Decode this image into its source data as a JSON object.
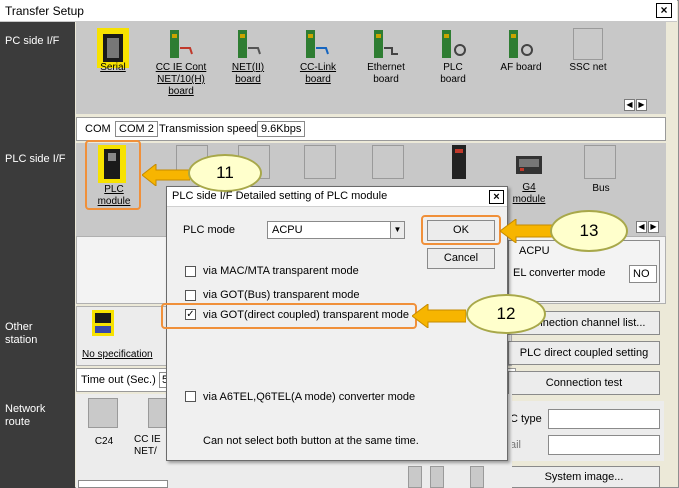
{
  "window": {
    "title": "Transfer Setup",
    "close": "×"
  },
  "sidebar": {
    "pc_side": "PC side I/F",
    "plc_side": "PLC side I/F",
    "other_station": "Other station",
    "network_route": "Network route"
  },
  "pc_side": {
    "items": [
      {
        "label": "Serial",
        "icon": "serial-port-icon"
      },
      {
        "label": "CC IE Cont NET/10(H) board",
        "icon": "ccie-board-icon"
      },
      {
        "label": "NET(II) board",
        "icon": "net2-board-icon"
      },
      {
        "label": "CC-Link board",
        "icon": "cclink-board-icon"
      },
      {
        "label": "Ethernet board",
        "icon": "ethernet-board-icon"
      },
      {
        "label": "PLC board",
        "icon": "plc-board-icon"
      },
      {
        "label": "AF board",
        "icon": "af-board-icon"
      },
      {
        "label": "SSC net",
        "icon": "ssc-net-icon"
      }
    ],
    "status": {
      "com_label": "COM",
      "com_value": "COM 2",
      "speed_label": "Transmission speed",
      "speed_value": "9.6Kbps"
    }
  },
  "plc_side": {
    "plc_module": "PLC module",
    "g4_module": "G4 module",
    "bus": "Bus",
    "cpu_value": "ACPU",
    "converter_label": "EL converter mode",
    "converter_value": "NO"
  },
  "other_station": {
    "no_spec": "No specification",
    "timeout_label": "Time out (Sec.)",
    "timeout_value": "5"
  },
  "right_buttons": {
    "conn_channel": "Connection channel list...",
    "plc_direct": "PLC direct coupled setting",
    "conn_test": "Connection test",
    "c_type": "C type",
    "ail": "ail",
    "system_image": "System image..."
  },
  "network_route": {
    "c24": "C24",
    "ccie": "CC IE NET/"
  },
  "dialog": {
    "title": "PLC side I/F   Detailed setting of PLC module",
    "plc_mode_label": "PLC mode",
    "plc_mode_value": "ACPU",
    "ok": "OK",
    "cancel": "Cancel",
    "opt1": "via MAC/MTA transparent mode",
    "opt2": "via GOT(Bus) transparent mode",
    "opt3": "via GOT(direct coupled) transparent mode",
    "opt4": "via A6TEL,Q6TEL(A mode) converter mode",
    "note": "Can not select both button at the same time.",
    "checked_option": 3
  },
  "callouts": {
    "c11": "11",
    "c12": "12",
    "c13": "13"
  },
  "colors": {
    "sidebar": "#3b3b3b",
    "callout_fill": "#ffffcc",
    "callout_border": "#a8a84a",
    "arrow": "#f7b500",
    "highlight": "#f0903a"
  }
}
